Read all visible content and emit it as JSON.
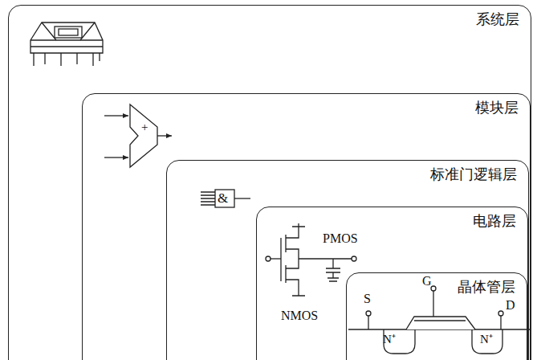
{
  "diagram": {
    "nodes": [
      {
        "text": [
          "系统层"
        ]
      },
      {
        "text": [
          "模块层"
        ],
        "in": 0
      },
      {
        "text": [
          "标准门逻辑层"
        ],
        "in": 1
      },
      {
        "text": [
          "电路层"
        ],
        "in": 2
      },
      {
        "text": [
          "晶体管层"
        ],
        "in": 3
      }
    ],
    "edges": [],
    "labels": [
      "+",
      "&",
      "PMOS",
      "NMOS",
      "S",
      "G",
      "D",
      "N⁺",
      "N⁺"
    ]
  }
}
